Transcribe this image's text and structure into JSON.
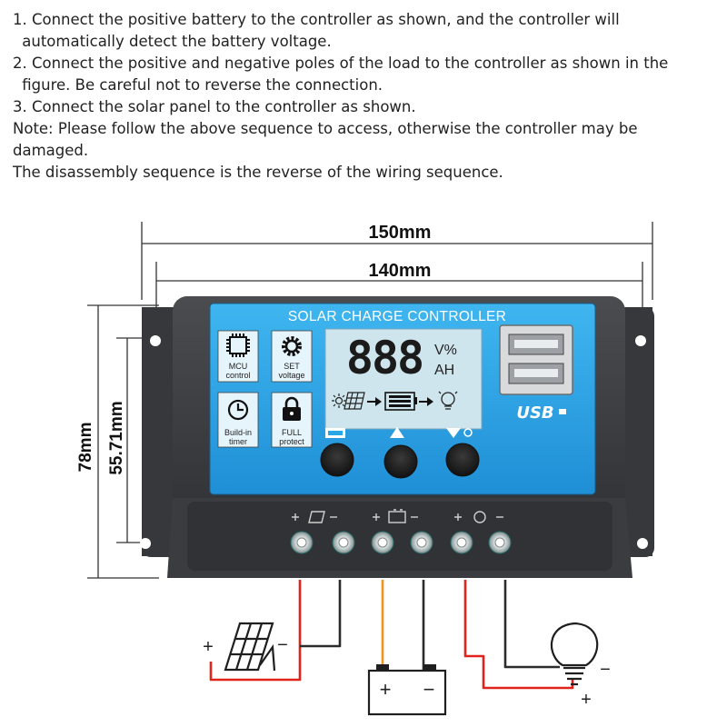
{
  "instructions": [
    "1. Connect the positive battery to the controller as shown, and the controller will",
    " automatically detect the battery voltage.",
    "2. Connect the positive and negative poles of the load to the controller as shown in the",
    " figure. Be careful not to reverse the connection.",
    "3. Connect the solar panel to the controller as shown.",
    "Note: Please follow the above sequence to access, otherwise the controller may be",
    "damaged.",
    "The disassembly sequence is the reverse of the wiring sequence."
  ],
  "dimensions": {
    "width_outer": "150mm",
    "width_inner": "140mm",
    "height_outer": "78mm",
    "height_inner": "55.71mm"
  },
  "controller": {
    "title": "SOLAR CHARGE CONTROLLER",
    "lcd_digits": "888",
    "lcd_units_top": "V%",
    "lcd_units_bottom": "AH",
    "usb_label": "USB",
    "features": [
      {
        "line1": "MCU",
        "line2": "control",
        "icon": "chip-icon"
      },
      {
        "line1": "SET",
        "line2": "voltage",
        "icon": "gear-icon"
      },
      {
        "line1": "Build-in",
        "line2": "timer",
        "icon": "clock-icon"
      },
      {
        "line1": "FULL",
        "line2": "protect",
        "icon": "lock-icon"
      }
    ],
    "buttons": [
      "menu",
      "up",
      "down"
    ]
  },
  "wiring": {
    "solar_plus": "+",
    "solar_minus": "−",
    "battery_plus": "+",
    "battery_minus": "−",
    "load_plus": "+",
    "load_minus": "−"
  },
  "colors": {
    "panel_blue": "#27a7e6",
    "housing": "#3a3c40",
    "wire_red": "#e0231b",
    "wire_orange": "#f0921e"
  }
}
